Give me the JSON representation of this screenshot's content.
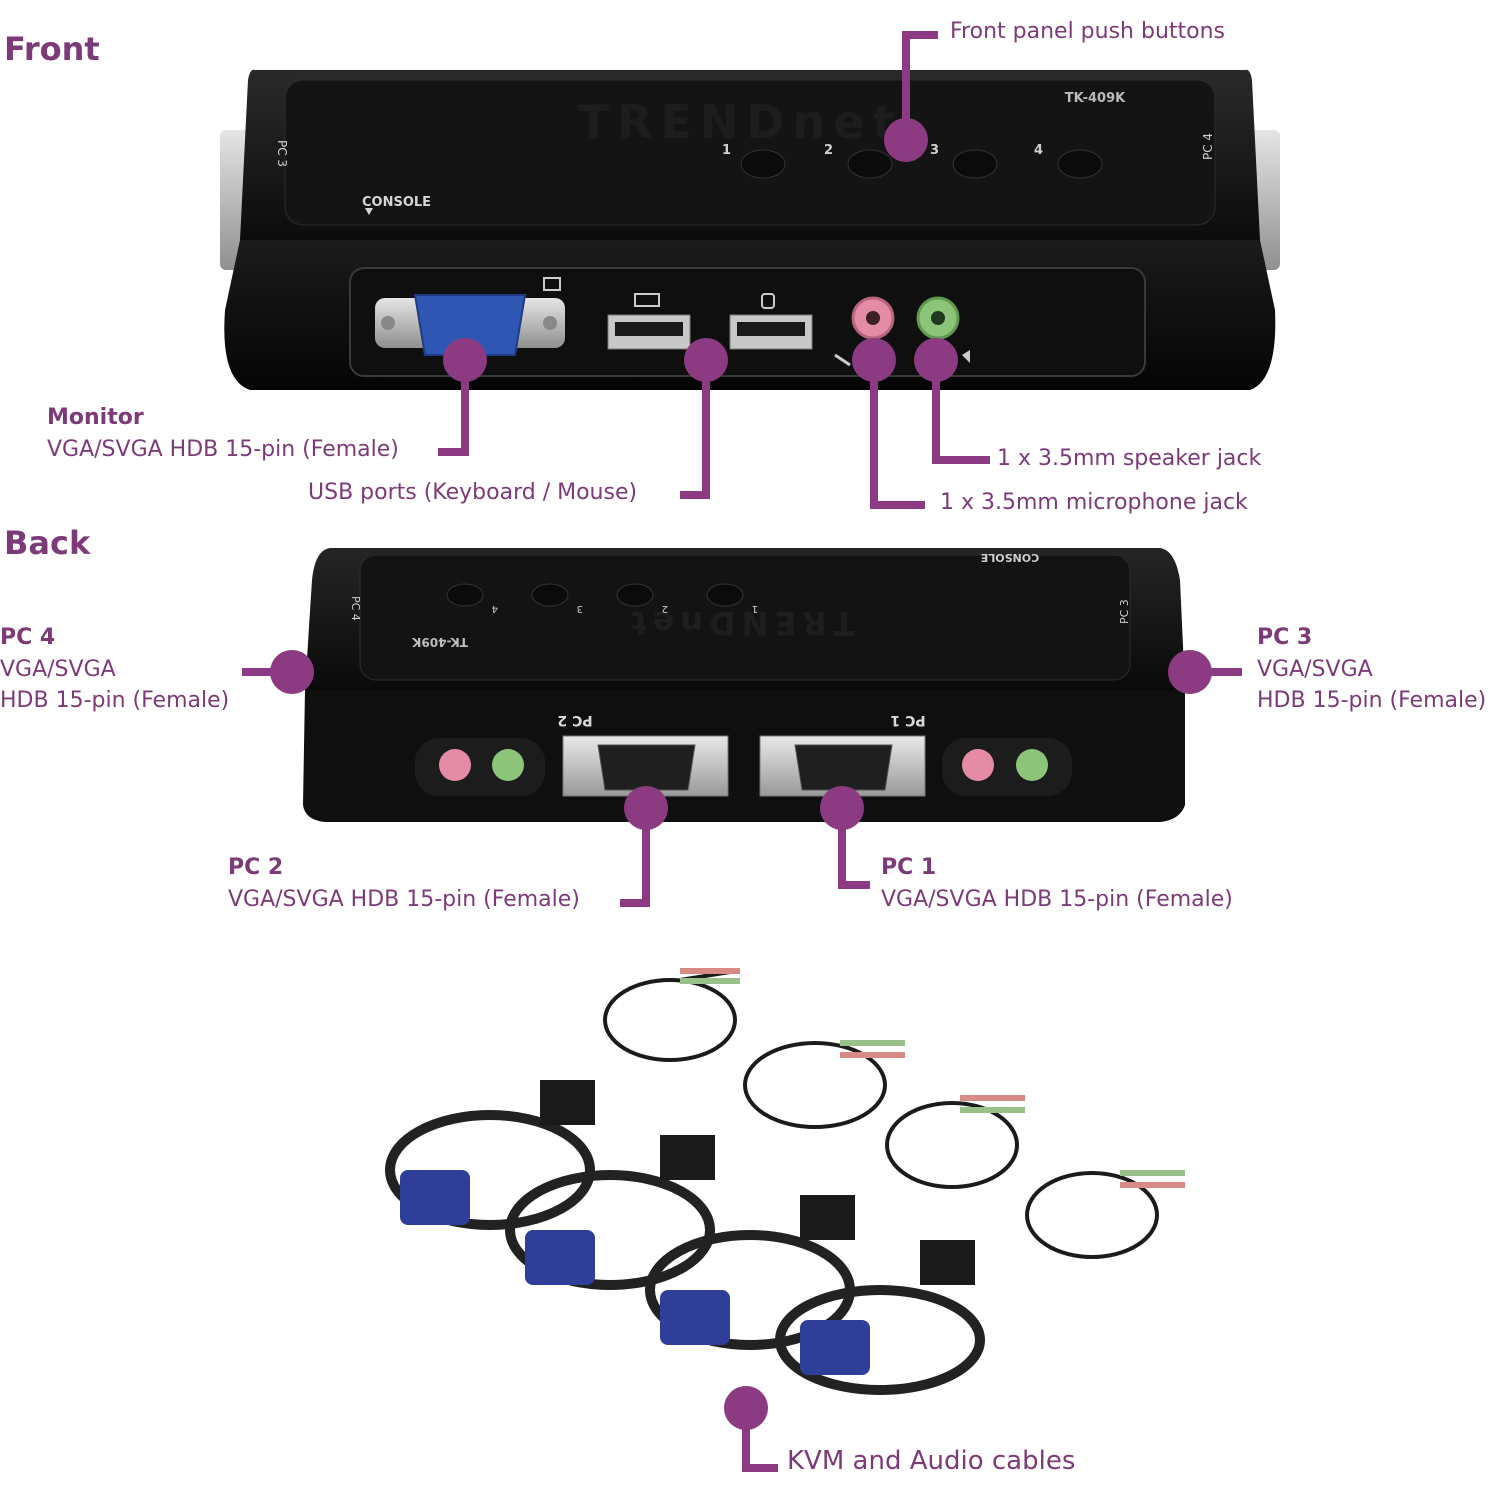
{
  "colors": {
    "accent": "#8c3a82",
    "device_body": "#161616",
    "vga_blue": "#2f56b3",
    "mic_pink": "#e48ca6",
    "speaker_green": "#8cc47a"
  },
  "sections": {
    "front": "Front",
    "back": "Back"
  },
  "device": {
    "model": "TK-409K",
    "brand_watermark": "TRENDnet",
    "front_labels": {
      "pc3": "PC 3",
      "pc4": "PC 4",
      "console": "CONSOLE",
      "buttons": [
        "1",
        "2",
        "3",
        "4"
      ]
    },
    "back_labels": {
      "pc4": "PC 4",
      "pc3": "PC 3",
      "pc2": "PC 2",
      "pc1": "PC 1",
      "console": "CONSOLE",
      "buttons": [
        "4",
        "3",
        "2",
        "1"
      ]
    }
  },
  "callouts": {
    "front_buttons": "Front panel push buttons",
    "monitor_title": "Monitor",
    "monitor_text": "VGA/SVGA HDB 15-pin (Female)",
    "usb": "USB ports (Keyboard / Mouse)",
    "speaker": "1 x 3.5mm speaker jack",
    "mic": "1 x 3.5mm microphone jack",
    "pc4_title": "PC 4",
    "pc4_line1": "VGA/SVGA",
    "pc4_line2": "HDB 15-pin (Female)",
    "pc3_title": "PC 3",
    "pc3_line1": "VGA/SVGA",
    "pc3_line2": "HDB 15-pin (Female)",
    "pc2_title": "PC 2",
    "pc2_text": "VGA/SVGA HDB 15-pin (Female)",
    "pc1_title": "PC 1",
    "pc1_text": "VGA/SVGA HDB 15-pin (Female)",
    "cables": "KVM and Audio cables"
  }
}
